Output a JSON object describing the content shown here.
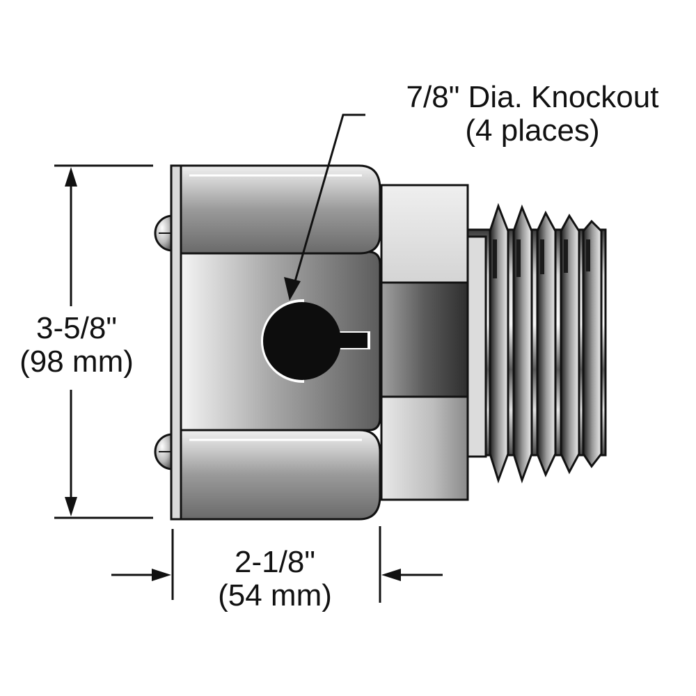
{
  "callout": {
    "line1": "7/8\" Dia. Knockout",
    "line2": "(4 places)"
  },
  "height_dimension": {
    "imperial": "3-5/8\"",
    "metric": "(98 mm)"
  },
  "width_dimension": {
    "imperial": "2-1/8\"",
    "metric": "(54 mm)"
  },
  "colors": {
    "ink": "#111111",
    "metal_light": "#e9e9e9",
    "metal_mid": "#a9a9a9",
    "metal_dark": "#4a4a4a"
  }
}
